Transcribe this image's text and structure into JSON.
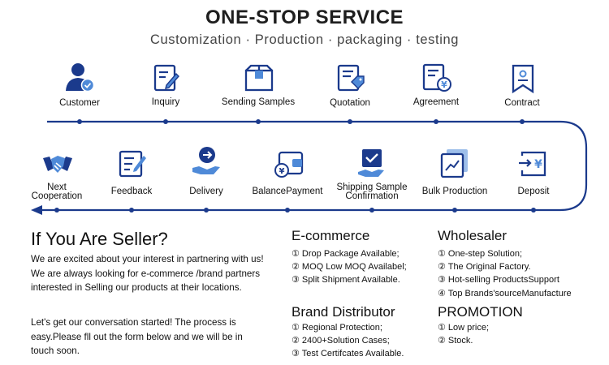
{
  "header": {
    "title": "ONE-STOP SERVICE",
    "subtitle": "Customization · Production · packaging · testing"
  },
  "colors": {
    "accent": "#1b3a8c",
    "icon_light": "#4f8ad8",
    "icon_dark": "#1b3a8c"
  },
  "steps_top": [
    {
      "label": "Customer",
      "icon": "user-check-icon"
    },
    {
      "label": "Inquiry",
      "icon": "edit-document-icon"
    },
    {
      "label": "Sending Samples",
      "icon": "box-icon"
    },
    {
      "label": "Quotation",
      "icon": "price-tag-document-icon"
    },
    {
      "label": "Agreement",
      "icon": "yen-document-icon"
    },
    {
      "label": "Contract",
      "icon": "bookmark-icon"
    }
  ],
  "steps_bottom": [
    {
      "label": "Next\nCooperation",
      "line1": "Next",
      "line2": "Cooperation",
      "icon": "handshake-icon"
    },
    {
      "label": "Feedback",
      "icon": "feedback-icon"
    },
    {
      "label": "Delivery",
      "icon": "hand-arrow-icon"
    },
    {
      "label": "BalancePayment",
      "icon": "wallet-icon"
    },
    {
      "label": "Shipping Sample Confirmation",
      "line1": "Shipping Sample",
      "line2": "Confirmation",
      "icon": "checked-box-hand-icon"
    },
    {
      "label": "Bulk Production",
      "icon": "chart-document-icon"
    },
    {
      "label": "Deposit",
      "icon": "deposit-yen-icon"
    }
  ],
  "seller": {
    "heading": "If You Are Seller?",
    "para1": "We are excited about your interest in partnering with us! We are always looking for e-commerce /brand partners interested in Selling our products at their locations.",
    "para2": "Let's get our conversation started! The process is easy.Please fll out the form below and we will be in touch soon."
  },
  "ecommerce": {
    "heading": "E-commerce",
    "items": [
      "① Drop Package Available;",
      "② MOQ Low MOQ Availabel;",
      "③ Split Shipment Available."
    ]
  },
  "wholesaler": {
    "heading": "Wholesaler",
    "items": [
      "① One-step Solution;",
      "② The Original Factory.",
      "③ Hot-selling ProductsSupport",
      "④ Top Brands'sourceManufacture"
    ]
  },
  "brand": {
    "heading": "Brand Distributor",
    "items": [
      "① Regional Protection;",
      "② 2400+Solution Cases;",
      "③ Test Certifcates Available."
    ]
  },
  "promotion": {
    "heading": "PROMOTION",
    "items": [
      "① Low price;",
      "② Stock."
    ]
  }
}
